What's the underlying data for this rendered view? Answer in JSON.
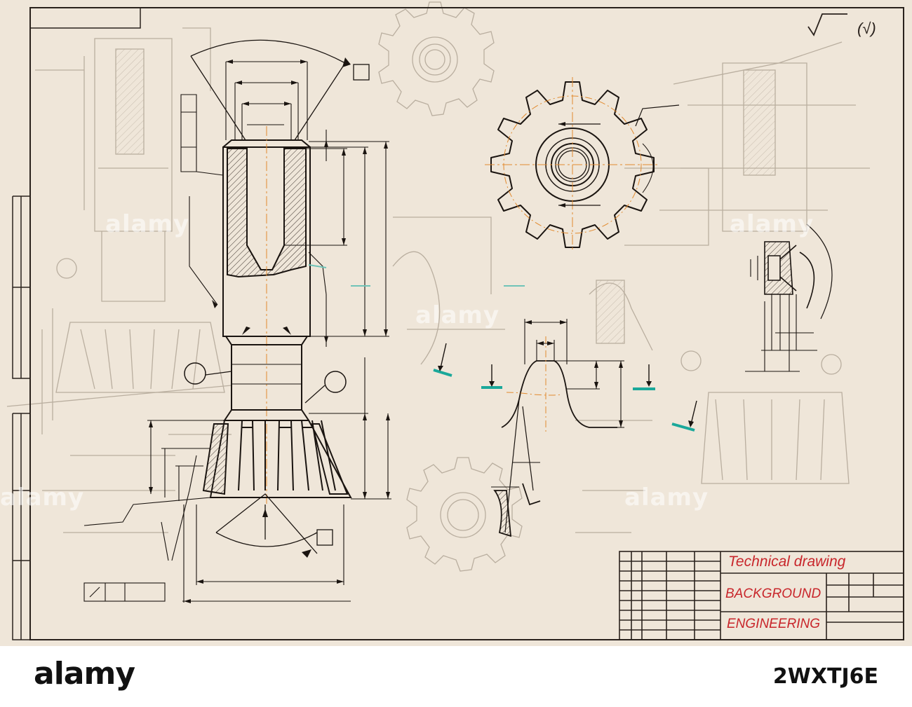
{
  "title_block": {
    "line1": "Technical drawing",
    "line2": "BACKGROUND",
    "line3": "ENGINEERING"
  },
  "roughness_mark": "(√)",
  "watermark": "alamy",
  "footer": {
    "logo": "alamy",
    "image_id": "2WXTJ6E"
  },
  "colors": {
    "paper": "#efe6d9",
    "ink": "#1a1410",
    "faded_ink": "#b3a898",
    "centerline": "#e28a2e",
    "accent": "#1aa89a",
    "title_text": "#c8262b"
  }
}
